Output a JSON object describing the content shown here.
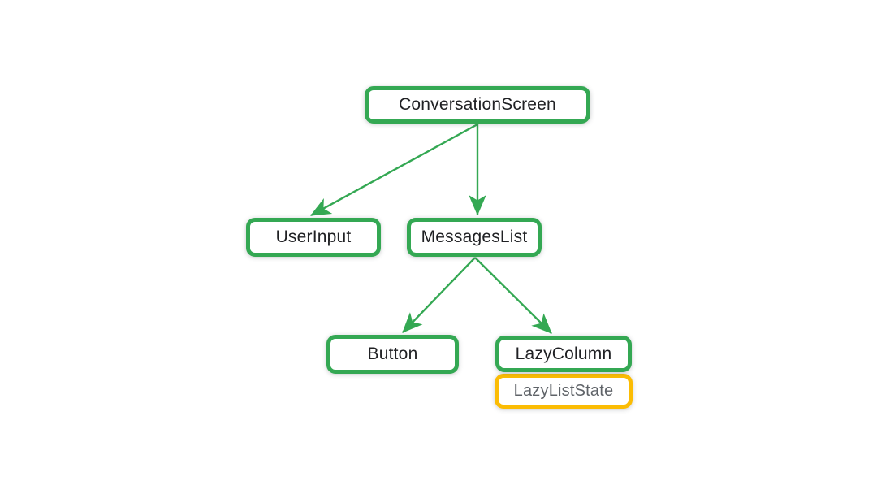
{
  "diagram": {
    "nodes": [
      {
        "id": "conversation-screen",
        "label": "ConversationScreen",
        "border_color": "#34A853",
        "text_color": "#202124"
      },
      {
        "id": "user-input",
        "label": "UserInput",
        "border_color": "#34A853",
        "text_color": "#202124"
      },
      {
        "id": "messages-list",
        "label": "MessagesList",
        "border_color": "#34A853",
        "text_color": "#202124"
      },
      {
        "id": "button",
        "label": "Button",
        "border_color": "#34A853",
        "text_color": "#202124"
      },
      {
        "id": "lazy-column",
        "label": "LazyColumn",
        "border_color": "#34A853",
        "text_color": "#202124"
      },
      {
        "id": "lazy-list-state",
        "label": "LazyListState",
        "border_color": "#FBBC04",
        "text_color": "#5F6368"
      }
    ],
    "edges": [
      {
        "from": "ConversationScreen",
        "to": "UserInput"
      },
      {
        "from": "ConversationScreen",
        "to": "MessagesList"
      },
      {
        "from": "MessagesList",
        "to": "Button"
      },
      {
        "from": "MessagesList",
        "to": "LazyColumn"
      }
    ],
    "colors": {
      "arrow": "#34A853",
      "node_green": "#34A853",
      "node_yellow": "#FBBC04",
      "text_dark": "#202124",
      "text_gray": "#5F6368",
      "background": "#FFFFFF"
    }
  }
}
